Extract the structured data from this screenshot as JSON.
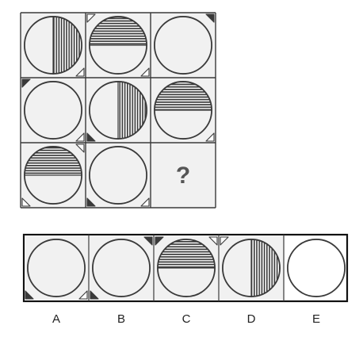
{
  "grid": {
    "rows": [
      [
        {
          "fill": "vertical-right",
          "markers": [
            "bottom-right-open"
          ]
        },
        {
          "fill": "horizontal-top",
          "markers": [
            "top-left-open",
            "bottom-right-open"
          ]
        },
        {
          "fill": "none",
          "markers": [
            "top-right-filled"
          ]
        }
      ],
      [
        {
          "fill": "none",
          "markers": [
            "top-left-filled",
            "bottom-right-open"
          ]
        },
        {
          "fill": "vertical-right",
          "markers": [
            "bottom-left-filled"
          ]
        },
        {
          "fill": "horizontal-top",
          "markers": [
            "bottom-right-open"
          ]
        }
      ],
      [
        {
          "fill": "horizontal-top",
          "markers": [
            "top-right-open",
            "bottom-left-open"
          ]
        },
        {
          "fill": "none",
          "markers": [
            "bottom-left-filled",
            "bottom-right-open"
          ]
        },
        {
          "fill": "unknown",
          "markers": []
        }
      ]
    ],
    "question_mark": "?"
  },
  "options": [
    {
      "label": "A",
      "fill": "none",
      "markers": [
        "bottom-left-filled",
        "bottom-right-open"
      ]
    },
    {
      "label": "B",
      "fill": "none",
      "markers": [
        "top-right-filled",
        "bottom-left-filled"
      ]
    },
    {
      "label": "C",
      "fill": "horizontal-top",
      "markers": [
        "top-left-filled",
        "top-right-open"
      ]
    },
    {
      "label": "D",
      "fill": "vertical-right",
      "markers": [
        "top-left-open"
      ]
    },
    {
      "label": "E",
      "fill": "none",
      "markers": []
    }
  ],
  "colors": {
    "ink": "#3a3a3a",
    "background": "#ffffff",
    "cell_shade": "#f1f1f1"
  }
}
